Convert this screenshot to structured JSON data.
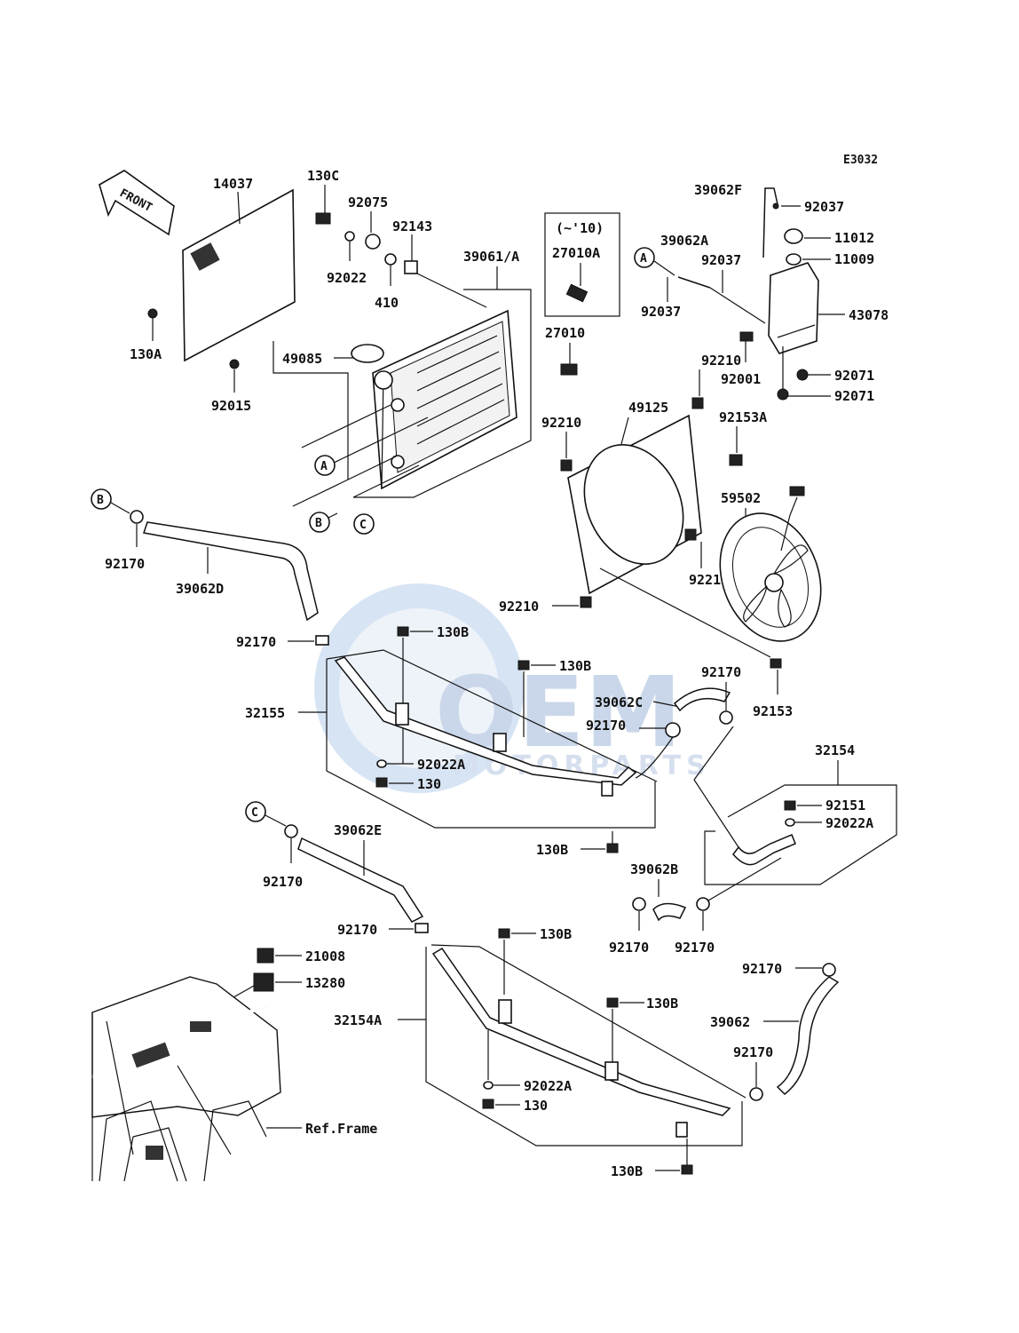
{
  "diagram_code": "E3032",
  "front_label": "FRONT",
  "year_note": "(~'10)",
  "ref_frame": "Ref.Frame",
  "watermark": {
    "main": "OEM",
    "sub": "MOTORPARTS"
  },
  "callouts": {
    "A": "A",
    "B": "B",
    "C": "C"
  },
  "labels": {
    "l14037": "14037",
    "l130C": "130C",
    "l92075": "92075",
    "l92143": "92143",
    "l92022": "92022",
    "l410": "410",
    "l39061A": "39061/A",
    "l27010A": "27010A",
    "l27010": "27010",
    "l130A": "130A",
    "l92015": "92015",
    "l49085": "49085",
    "l39062F": "39062F",
    "l92037a": "92037",
    "l11012": "11012",
    "l39062A": "39062A",
    "l92037b": "92037",
    "l11009": "11009",
    "l92037c": "92037",
    "l43078": "43078",
    "l92210a": "92210",
    "l92001": "92001",
    "l92071a": "92071",
    "l92071b": "92071",
    "l49125": "49125",
    "l92210b": "92210",
    "l92153A": "92153A",
    "l59502": "59502",
    "l92210c": "92210",
    "l92210d": "92210",
    "l92170a": "92170",
    "l39062D": "39062D",
    "l92170b": "92170",
    "l130Ba": "130B",
    "l130Bb": "130B",
    "l92170c": "92170",
    "l92153": "92153",
    "l39062C": "39062C",
    "l92170d": "92170",
    "l32155": "32155",
    "l92022Aa": "92022A",
    "l130a": "130",
    "l32154": "32154",
    "l92151": "92151",
    "l92022Ab": "92022A",
    "l130Bc": "130B",
    "l39062E": "39062E",
    "l92170e": "92170",
    "l39062B": "39062B",
    "l92170f": "92170",
    "l130Bd": "130B",
    "l92170g": "92170",
    "l92170h": "92170",
    "l21008": "21008",
    "l13280": "13280",
    "l92170i": "92170",
    "l130Be": "130B",
    "l39062": "39062",
    "l32154A": "32154A",
    "l92170j": "92170",
    "l92022Ac": "92022A",
    "l130b": "130",
    "l130Bf": "130B"
  }
}
